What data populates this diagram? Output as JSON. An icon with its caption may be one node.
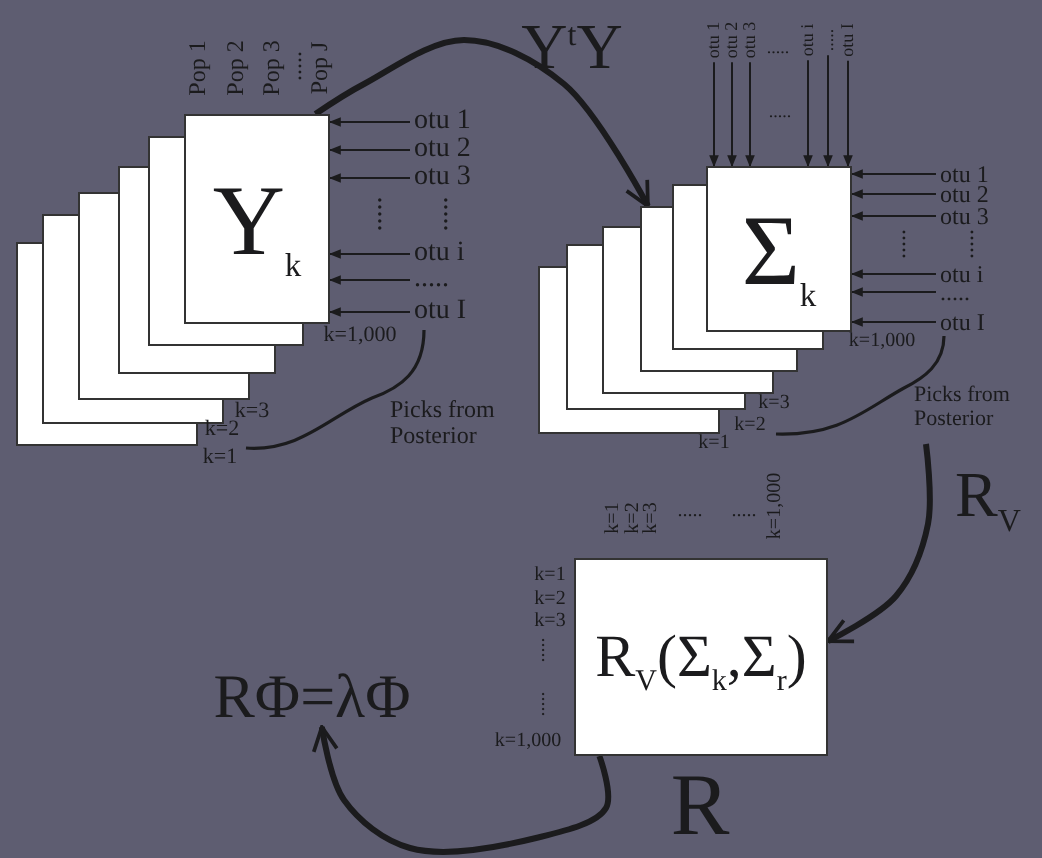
{
  "diagram": {
    "nodes": [
      {
        "text": [],
        "shape": "box",
        "beside": [
          "k=1"
        ]
      },
      {
        "text": [],
        "shape": "box",
        "beside": [
          "k=2"
        ]
      },
      {
        "text": [],
        "shape": "box",
        "beside": [
          "k=3"
        ]
      },
      {
        "text": [],
        "shape": "box"
      },
      {
        "text": [],
        "shape": "box"
      },
      {
        "text": [
          "Y$_{k}$"
        ],
        "beside": [
          "k=1,000"
        ]
      },
      {
        "text": [
          "otu 1"
        ]
      },
      {
        "text": [
          "otu 2"
        ]
      },
      {
        "text": [
          "otu 3"
        ]
      },
      {
        "text": [
          "otu i"
        ]
      },
      {
        "text": [
          "....."
        ]
      },
      {
        "text": [
          "otu I"
        ]
      },
      {
        "text": [],
        "shape": "box",
        "beside": [
          "k=1"
        ]
      },
      {
        "text": [],
        "shape": "box",
        "beside": [
          "k=2"
        ]
      },
      {
        "text": [],
        "shape": "box",
        "beside": [
          "k=3"
        ]
      },
      {
        "text": [],
        "shape": "box"
      },
      {
        "text": [],
        "shape": "box"
      },
      {
        "text": [
          "Σ$_{k}$"
        ],
        "beside": [
          "k=1,000"
        ]
      },
      {
        "text": [
          "otu 1"
        ]
      },
      {
        "text": [
          "otu 2"
        ]
      },
      {
        "text": [
          "otu 3"
        ]
      },
      {
        "text": [
          "otu i"
        ]
      },
      {
        "text": [
          "....."
        ]
      },
      {
        "text": [
          "otu I"
        ]
      },
      {
        "text": [
          "otu 1"
        ]
      },
      {
        "text": [
          "otu 2"
        ]
      },
      {
        "text": [
          "otu 3"
        ]
      },
      {
        "text": [
          "otu i"
        ]
      },
      {
        "text": [
          "....."
        ]
      },
      {
        "text": [
          "otu I"
        ]
      },
      {
        "text": [
          "R$_{V}$(Σ$_{k}$,Σ$_{r}$)"
        ]
      },
      {
        "text": [
          "RΦ=λΦ"
        ]
      }
    ],
    "edges": [
      {
        "from": 6,
        "to": 5,
        "arrow": "to"
      },
      {
        "from": 7,
        "to": 5,
        "arrow": "to"
      },
      {
        "from": 8,
        "to": 5,
        "arrow": "to"
      },
      {
        "from": 9,
        "to": 5,
        "arrow": "to"
      },
      {
        "from": 10,
        "to": 5,
        "arrow": "to"
      },
      {
        "from": 11,
        "to": 5,
        "arrow": "to"
      },
      {
        "from": 18,
        "to": 17,
        "arrow": "to"
      },
      {
        "from": 19,
        "to": 17,
        "arrow": "to"
      },
      {
        "from": 20,
        "to": 17,
        "arrow": "to"
      },
      {
        "from": 21,
        "to": 17,
        "arrow": "to"
      },
      {
        "from": 22,
        "to": 17,
        "arrow": "to"
      },
      {
        "from": 23,
        "to": 17,
        "arrow": "to"
      },
      {
        "from": 24,
        "to": 17,
        "arrow": "to"
      },
      {
        "from": 25,
        "to": 17,
        "arrow": "to"
      },
      {
        "from": 26,
        "to": 17,
        "arrow": "to"
      },
      {
        "from": 27,
        "to": 17,
        "arrow": "to"
      },
      {
        "from": 28,
        "to": 17,
        "arrow": "to"
      },
      {
        "from": 29,
        "to": 17,
        "arrow": "to"
      },
      {
        "from": 5,
        "to": 15,
        "arrow": "to",
        "label": "Y$^{t}$Y",
        "style": "thick"
      },
      {
        "from": null,
        "to": 30,
        "arrow": "to",
        "label": "R$_{V}$",
        "style": "thick"
      },
      {
        "from": 30,
        "to": 31,
        "arrow": "to",
        "label": "R",
        "style": "thick"
      }
    ],
    "labels": [
      "Pop 1",
      "Pop 2",
      "Pop 3",
      ".....",
      "Pop J",
      ".....",
      ".....",
      "Picks from Posterior",
      ".....",
      ".....",
      ".....",
      ".....",
      "Picks from Posterior",
      "k=1",
      "k=2",
      "k=3",
      ".....",
      ".....",
      "k=1,000",
      "k=1",
      "k=2",
      "k=3",
      ".....",
      ".....",
      "k=1,000"
    ]
  }
}
